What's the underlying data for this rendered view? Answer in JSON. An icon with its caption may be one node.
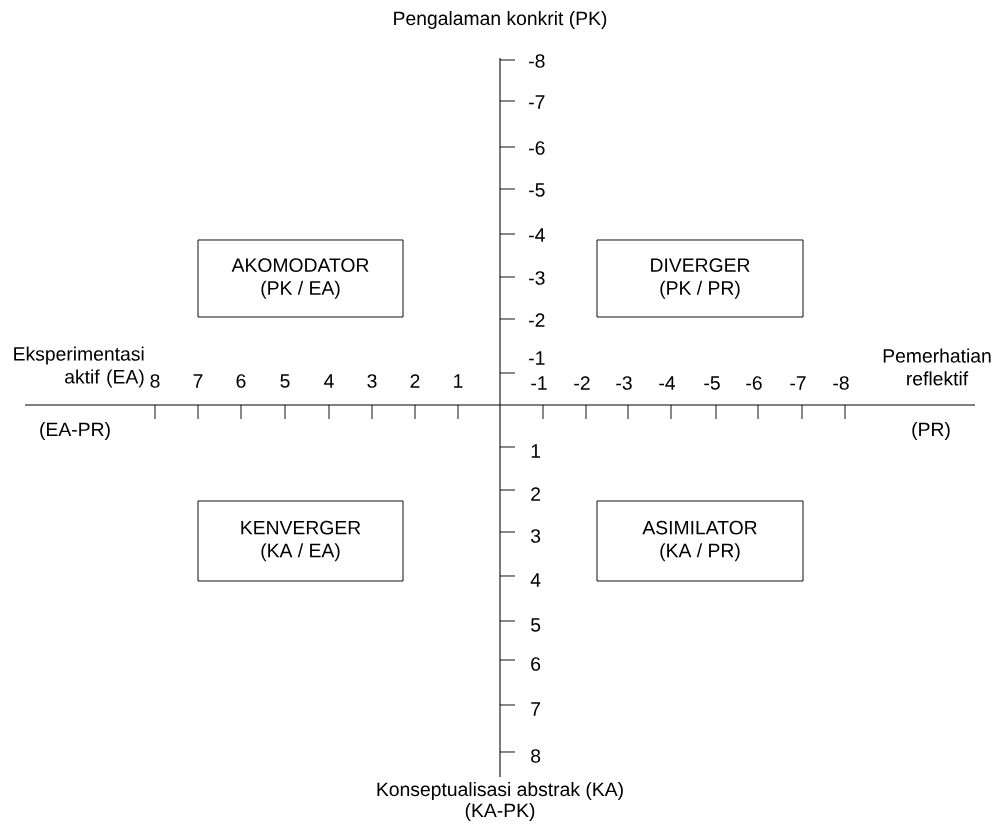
{
  "diagram": {
    "nodes": [
      {
        "text": [
          "AKOMODATOR",
          "(PK / EA)"
        ]
      },
      {
        "text": [
          "DIVERGER",
          "(PK / PR)"
        ]
      },
      {
        "text": [
          "KENVERGER",
          "(KA / EA)"
        ]
      },
      {
        "text": [
          "ASIMILATOR",
          "(KA / PR)"
        ]
      }
    ],
    "labels": [
      "Pengalaman konkrit (PK)",
      "-8",
      "-7",
      "-6",
      "-5",
      "-4",
      "-3",
      "-2",
      "-1",
      "Eksperimentasi aktif (EA)",
      "8",
      "7",
      "6",
      "5",
      "4",
      "3",
      "2",
      "1",
      "-1",
      "-2",
      "-3",
      "-4",
      "-5",
      "-6",
      "-7",
      "-8",
      "Pemerhatian reflektif",
      "(EA-PR)",
      "(PR)",
      "1",
      "2",
      "3",
      "4",
      "5",
      "6",
      "7",
      "8",
      "Konseptualisasi abstrak (KA)",
      "(KA-PK)"
    ]
  }
}
